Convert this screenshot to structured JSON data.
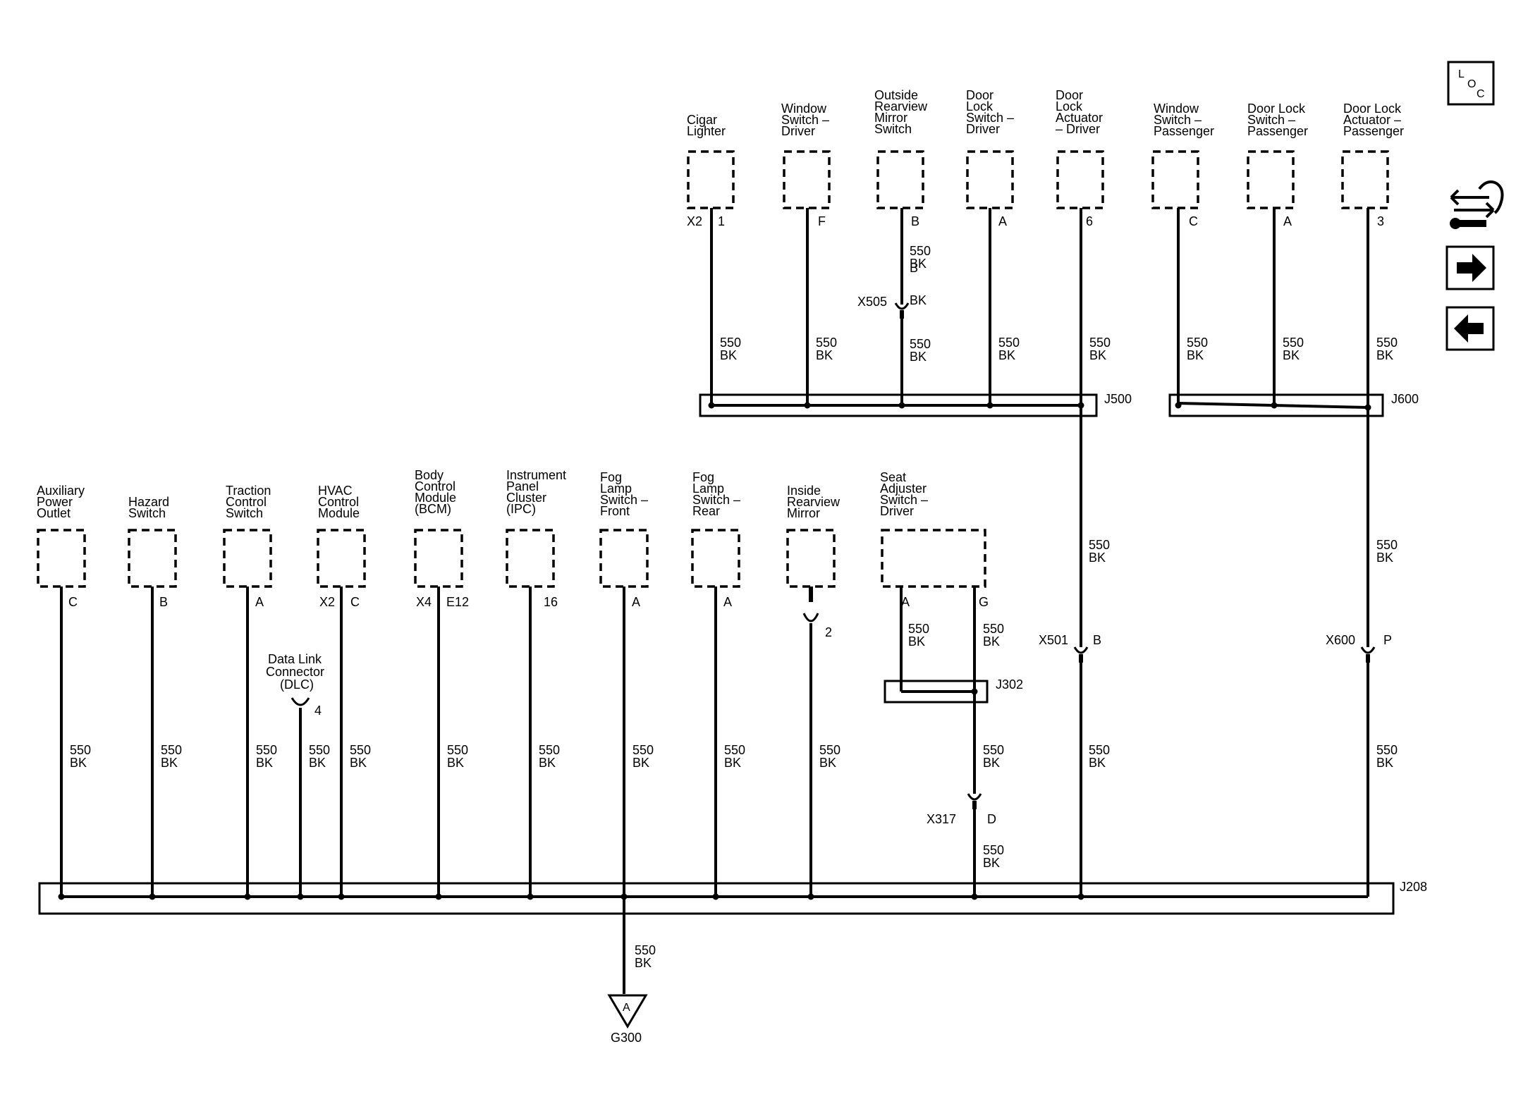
{
  "components_top": [
    {
      "name": "Cigar Lighter",
      "lines": [
        "Cigar",
        "Lighter"
      ],
      "pins": [
        "X2",
        "1"
      ]
    },
    {
      "name": "Window Switch - Driver",
      "lines": [
        "Window",
        "Switch –",
        "Driver"
      ],
      "pins": [
        "F"
      ]
    },
    {
      "name": "Outside Rearview Mirror Switch",
      "lines": [
        "Outside",
        "Rearview",
        "Mirror",
        "Switch"
      ],
      "pins": [
        "B"
      ]
    },
    {
      "name": "Door Lock Switch - Driver",
      "lines": [
        "Door",
        "Lock",
        "Switch –",
        "Driver"
      ],
      "pins": [
        "A"
      ]
    },
    {
      "name": "Door Lock Actuator - Driver",
      "lines": [
        "Door",
        "Lock",
        "Actuator",
        "– Driver"
      ],
      "pins": [
        "6"
      ]
    },
    {
      "name": "Window Switch - Passenger",
      "lines": [
        "Window",
        "Switch –",
        "Passenger"
      ],
      "pins": [
        "C"
      ]
    },
    {
      "name": "Door Lock Switch - Passenger",
      "lines": [
        "Door Lock",
        "Switch –",
        "Passenger"
      ],
      "pins": [
        "A"
      ]
    },
    {
      "name": "Door Lock Actuator - Passenger",
      "lines": [
        "Door Lock",
        "Actuator –",
        "Passenger"
      ],
      "pins": [
        "3"
      ]
    }
  ],
  "components_bottom": [
    {
      "name": "Auxiliary Power Outlet",
      "lines": [
        "Auxiliary",
        "Power",
        "Outlet"
      ],
      "pins": [
        "C"
      ]
    },
    {
      "name": "Hazard Switch",
      "lines": [
        "Hazard",
        "Switch"
      ],
      "pins": [
        "B"
      ]
    },
    {
      "name": "Traction Control Switch",
      "lines": [
        "Traction",
        "Control",
        "Switch"
      ],
      "pins": [
        "A"
      ]
    },
    {
      "name": "HVAC Control Module",
      "lines": [
        "HVAC",
        "Control",
        "Module"
      ],
      "pins": [
        "X2",
        "C"
      ]
    },
    {
      "name": "Body Control Module (BCM)",
      "lines": [
        "Body",
        "Control",
        "Module",
        "(BCM)"
      ],
      "pins": [
        "X4",
        "E12"
      ]
    },
    {
      "name": "Instrument Panel Cluster (IPC)",
      "lines": [
        "Instrument",
        "Panel",
        "Cluster",
        "(IPC)"
      ],
      "pins": [
        "16"
      ]
    },
    {
      "name": "Fog Lamp Switch - Front",
      "lines": [
        "Fog",
        "Lamp",
        "Switch –",
        "Front"
      ],
      "pins": [
        "A"
      ]
    },
    {
      "name": "Fog Lamp Switch - Rear",
      "lines": [
        "Fog",
        "Lamp",
        "Switch –",
        "Rear"
      ],
      "pins": [
        "A"
      ]
    },
    {
      "name": "Inside Rearview Mirror",
      "lines": [
        "Inside",
        "Rearview",
        "Mirror"
      ],
      "pins": []
    },
    {
      "name": "Seat Adjuster Switch - Driver",
      "lines": [
        "Seat",
        "Adjuster",
        "Switch –",
        "Driver"
      ],
      "pins": [
        "A",
        "G"
      ]
    }
  ],
  "wire": {
    "circuit": "550",
    "color": "BK"
  },
  "circuit_b": "B",
  "splices": {
    "j500": "J500",
    "j600": "J600",
    "j302": "J302",
    "j208": "J208"
  },
  "inline_connectors": {
    "x505": "X505",
    "x501": {
      "name": "X501",
      "pin": "B"
    },
    "x600": {
      "name": "X600",
      "pin": "P"
    },
    "x317": {
      "name": "X317",
      "pin": "D"
    },
    "dlc_pin": "4",
    "mirror_pin": "2"
  },
  "dlc_lines": [
    "Data Link",
    "Connector",
    "(DLC)"
  ],
  "ground": {
    "name": "G300",
    "letter": "A"
  },
  "nav": {
    "loc_letters": [
      "L",
      "O",
      "C"
    ],
    "icons": [
      "connector-swap-icon",
      "arrow-right-icon",
      "arrow-left-icon"
    ]
  }
}
